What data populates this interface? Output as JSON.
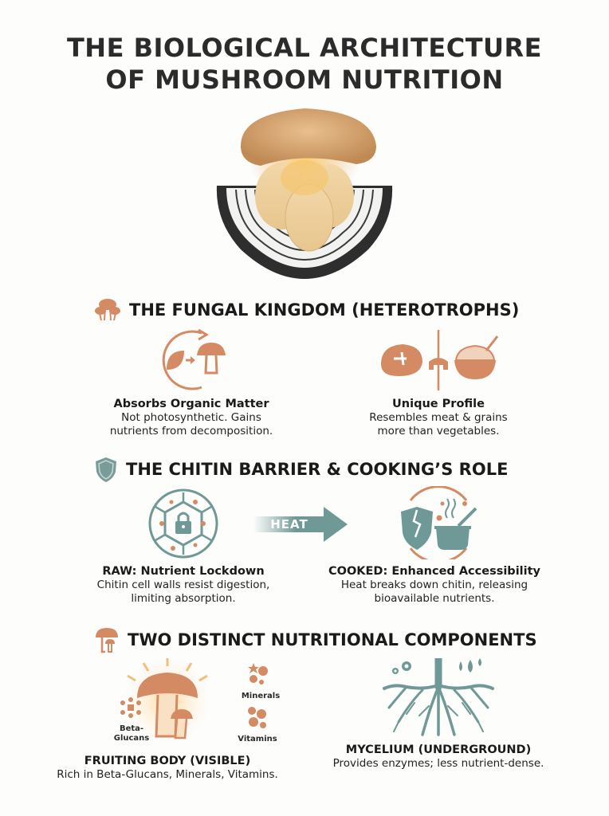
{
  "title": {
    "line1": "THE BIOLOGICAL ARCHITECTURE",
    "line2": "OF MUSHROOM NUTRITION"
  },
  "colors": {
    "orange": "#d48a63",
    "teal": "#6f9996",
    "text": "#1a1a1a"
  },
  "sections": [
    {
      "icon": "mushroom-cluster-icon",
      "heading": "THE FUNGAL KINGDOM (HETEROTROPHS)",
      "items": [
        {
          "icon": "leaf-to-mushroom-cycle-icon",
          "title": "Absorbs Organic Matter",
          "desc_line1": "Not photosynthetic. Gains",
          "desc_line2": "nutrients from decomposition."
        },
        {
          "icon": "meat-scale-grain-bowl-icon",
          "title": "Unique Profile",
          "desc_line1": "Resembles meat & grains",
          "desc_line2": "more than vegetables."
        }
      ]
    },
    {
      "icon": "shield-icon",
      "heading": "THE CHITIN BARRIER & COOKING’S ROLE",
      "arrow_label": "HEAT",
      "items": [
        {
          "icon": "locked-cell-wall-icon",
          "title": "RAW: Nutrient Lockdown",
          "desc_line1": "Chitin cell walls resist digestion,",
          "desc_line2": "limiting absorption."
        },
        {
          "icon": "broken-shield-cooking-pot-icon",
          "title": "COOKED: Enhanced Accessibility",
          "desc_line1": "Heat breaks down chitin, releasing",
          "desc_line2": "bioavailable nutrients."
        }
      ]
    },
    {
      "icon": "mushroom-pair-icon",
      "heading": "TWO DISTINCT NUTRITIONAL COMPONENTS",
      "items": [
        {
          "icon": "glowing-mushroom-icon",
          "title": "FRUITING BODY (VISIBLE)",
          "desc_line1": "Rich in Beta-Glucans, Minerals, Vitamins.",
          "tags": {
            "beta_line1": "Beta-",
            "beta_line2": "Glucans",
            "minerals": "Minerals",
            "vitamins": "Vitamins"
          }
        },
        {
          "icon": "mycelium-roots-icon",
          "title": "MYCELIUM (UNDERGROUND)",
          "desc_line1": "Provides enzymes; less nutrient-dense."
        }
      ]
    }
  ]
}
